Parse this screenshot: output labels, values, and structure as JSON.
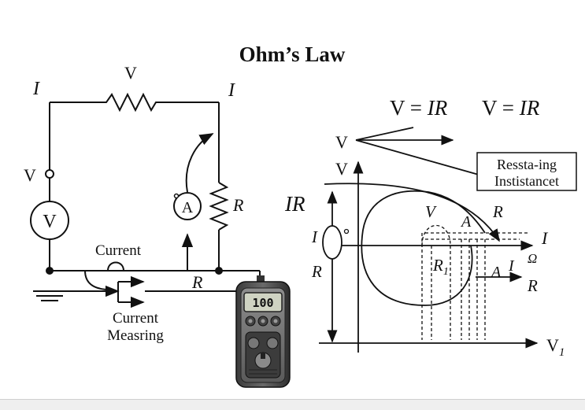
{
  "title": "Ohm’s Law",
  "circuit": {
    "label_i_left": "I",
    "label_i_right": "I",
    "label_v_resistor": "V",
    "label_v_node": "V",
    "voltmeter_symbol": "V",
    "ammeter_symbol": "A",
    "label_r_vertical": "R",
    "label_r_bottom": "R",
    "current_label": "Current",
    "current_measuring_line1": "Current",
    "current_measuring_line2": "Measring",
    "meter_display": "100"
  },
  "graph": {
    "formula_left": "V = IR",
    "formula_right": "V = IR",
    "v_arrow_label": "V",
    "callout_line1": "Ressta-ing",
    "callout_line2": "Instistancet",
    "y_axis_label": "V",
    "ir_label": "IR",
    "i_left": "I",
    "r_left": "R",
    "v_curve": "V",
    "a_curve": "A",
    "r_curve": "R",
    "i_axis": "I",
    "omega": "Ω",
    "r1_label": "R",
    "r1_sub": "1",
    "a_lower": "A",
    "i_lower": "I",
    "r_arrow": "R",
    "v1_axis": "V",
    "v1_sub": "1"
  }
}
